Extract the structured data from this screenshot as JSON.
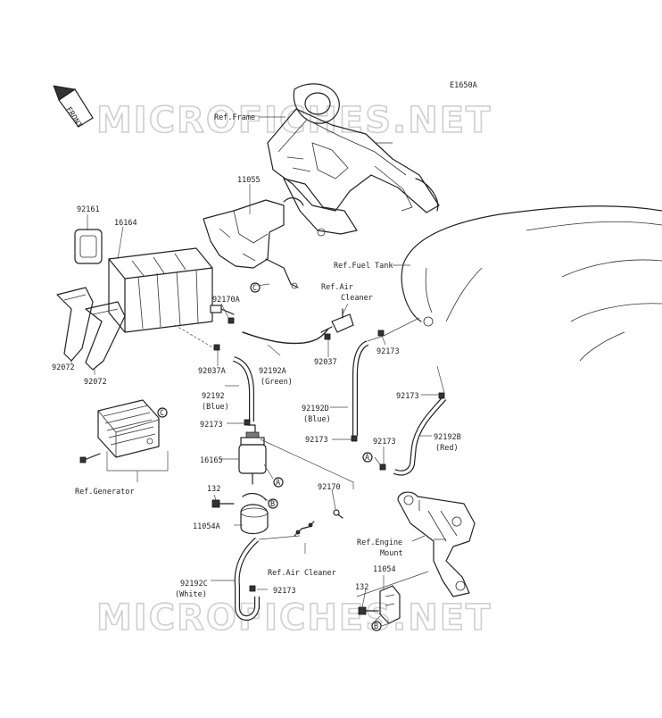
{
  "diagram_code": "E1650A",
  "watermark": "MICROFICHES.NET",
  "front_label": "FRONT",
  "circle_a": "A",
  "circle_b": "B",
  "circle_c": "C",
  "labels": {
    "ref_frame": "Ref.Frame",
    "p11055": "11055",
    "p92161": "92161",
    "p16164": "16164",
    "ref_fuel_tank": "Ref.Fuel Tank",
    "ref_air_cleaner_1": "Ref.Air",
    "ref_air_cleaner_2": "Cleaner",
    "p92170a": "92170A",
    "p92072_a": "92072",
    "p92072_b": "92072",
    "p92037a": "92037A",
    "p92192a": "92192A",
    "p92192a_color": "(Green)",
    "p92037": "92037",
    "p92173_right_top": "92173",
    "p92192": "92192",
    "p92192_color": "(Blue)",
    "p92192d": "92192D",
    "p92192d_color": "(Blue)",
    "p92173_right_mid": "92173",
    "p92173_left_mid": "92173",
    "p92173_center": "92173",
    "p92173_center_right": "92173",
    "p92192b": "92192B",
    "p92192b_color": "(Red)",
    "p16165": "16165",
    "ref_generator": "Ref.Generator",
    "p132_left": "132",
    "p92170": "92170",
    "p11054a": "11054A",
    "ref_engine_mount_1": "Ref.Engine",
    "ref_engine_mount_2": "Mount",
    "p11054": "11054",
    "ref_air_cleaner_bottom": "Ref.Air Cleaner",
    "p92192c": "92192C",
    "p92192c_color": "(White)",
    "p92173_bottom": "92173",
    "p132_right": "132"
  }
}
